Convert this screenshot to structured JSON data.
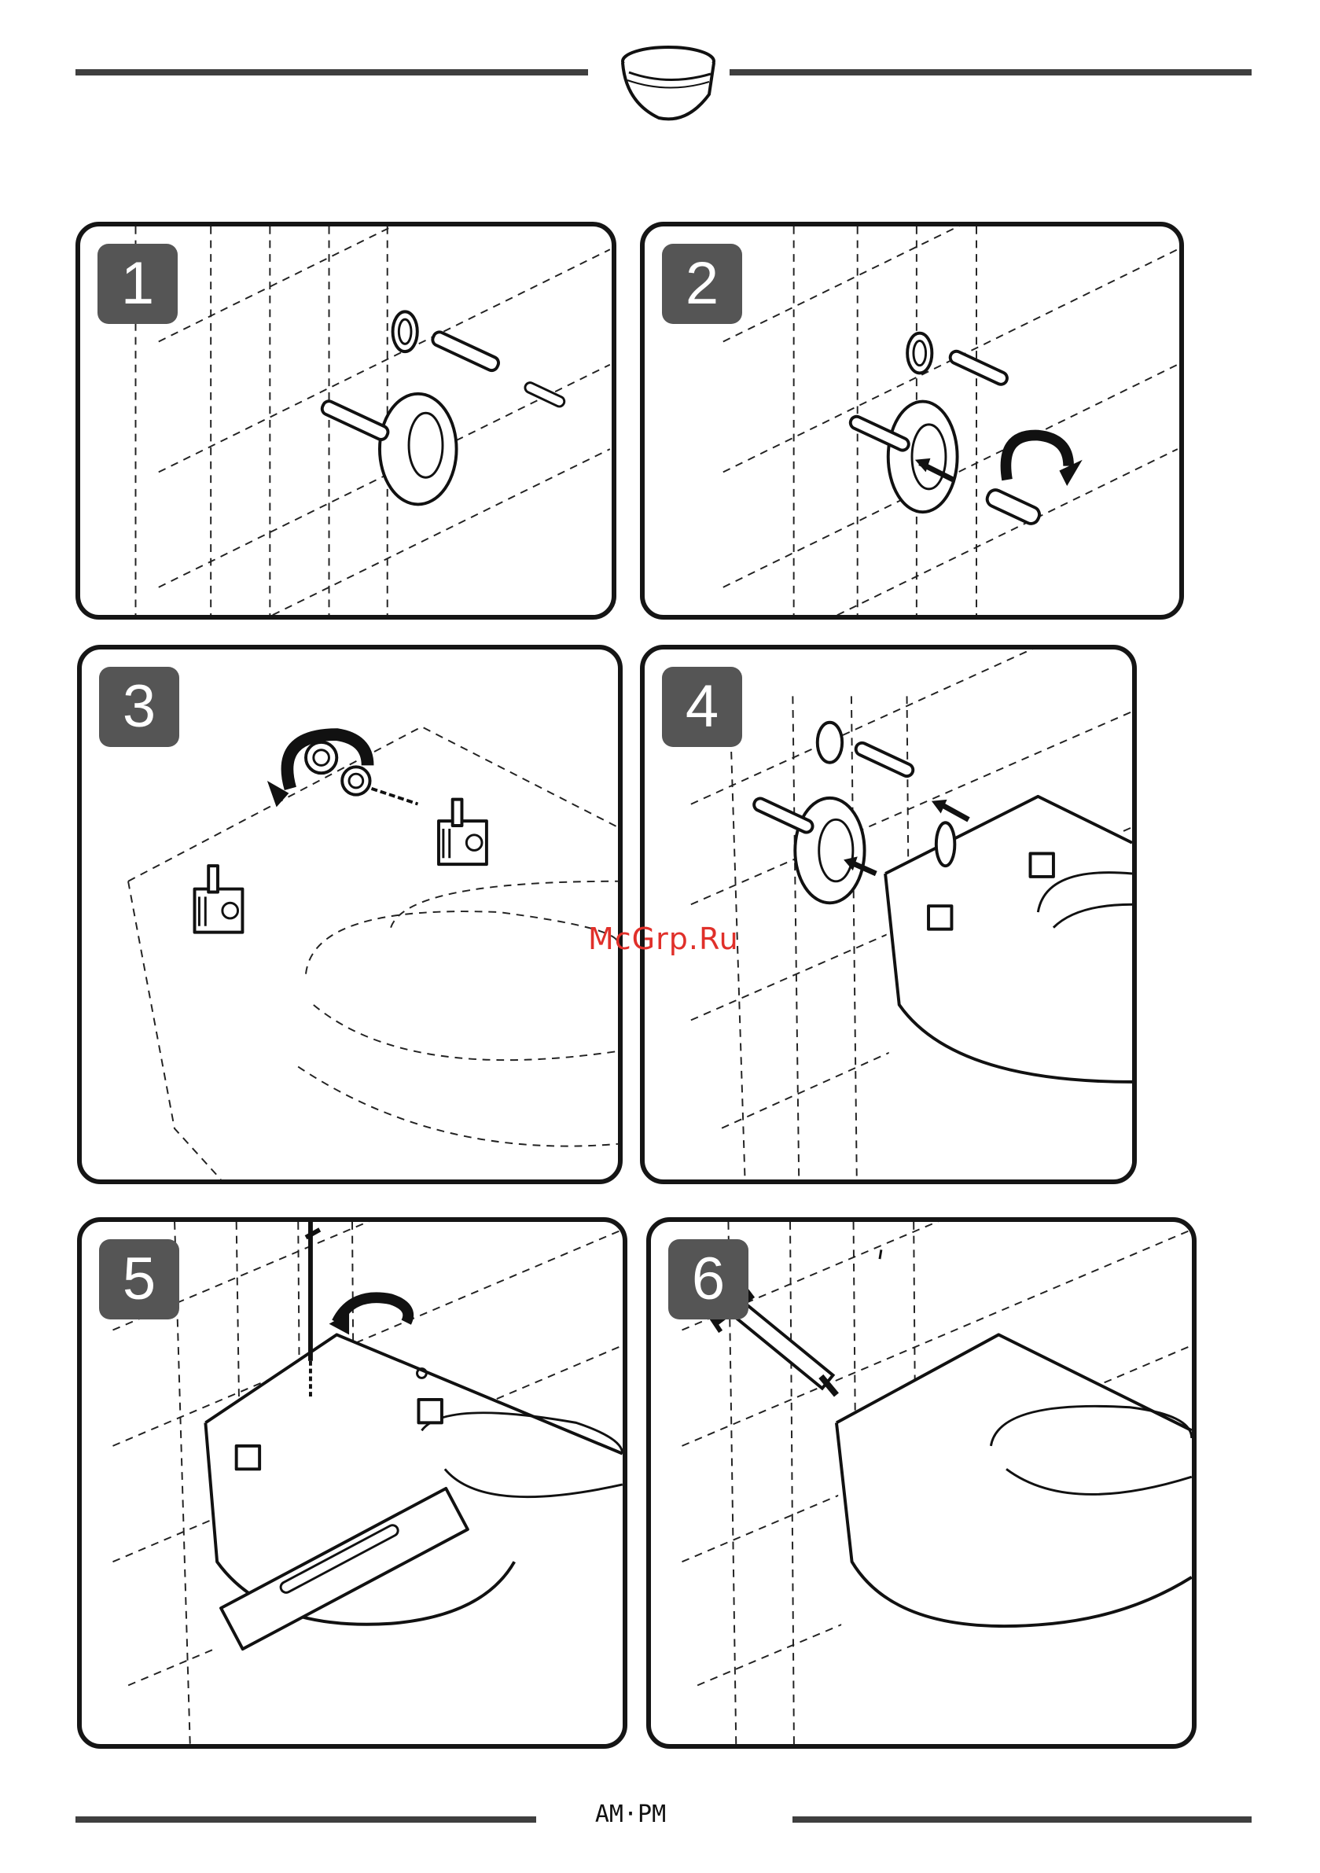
{
  "steps": [
    {
      "number": "1"
    },
    {
      "number": "2"
    },
    {
      "number": "3"
    },
    {
      "number": "4"
    },
    {
      "number": "5"
    },
    {
      "number": "6"
    }
  ],
  "watermark": "McGrp.Ru",
  "brand": "AM·PM",
  "colors": {
    "badge": "#555555",
    "rule": "#3f3f3f",
    "watermark": "#e0302a",
    "line": "#111111"
  }
}
